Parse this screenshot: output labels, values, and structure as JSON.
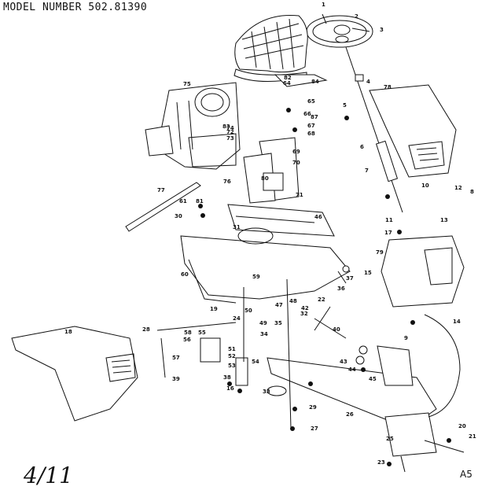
{
  "header": {
    "model_label": "MODEL NUMBER 502.81390"
  },
  "footer": {
    "handwritten_note": "4/11",
    "page_ref": "A5"
  },
  "callouts": [
    "1",
    "2",
    "3",
    "4",
    "5",
    "6",
    "7",
    "8",
    "9",
    "10",
    "11",
    "12",
    "13",
    "14",
    "15",
    "16",
    "17",
    "18",
    "19",
    "20",
    "21",
    "22",
    "23",
    "24",
    "25",
    "26",
    "27",
    "28",
    "29",
    "30",
    "31",
    "32",
    "33",
    "34",
    "35",
    "36",
    "37",
    "38",
    "39",
    "40",
    "42",
    "43",
    "44",
    "45",
    "46",
    "47",
    "48",
    "49",
    "50",
    "51",
    "52",
    "53",
    "54",
    "55",
    "56",
    "57",
    "58",
    "59",
    "60",
    "61",
    "64",
    "65",
    "66",
    "67",
    "68",
    "69",
    "70",
    "71",
    "72",
    "73",
    "74",
    "75",
    "76",
    "77",
    "78",
    "79",
    "80",
    "81",
    "82",
    "83",
    "84",
    "87"
  ]
}
